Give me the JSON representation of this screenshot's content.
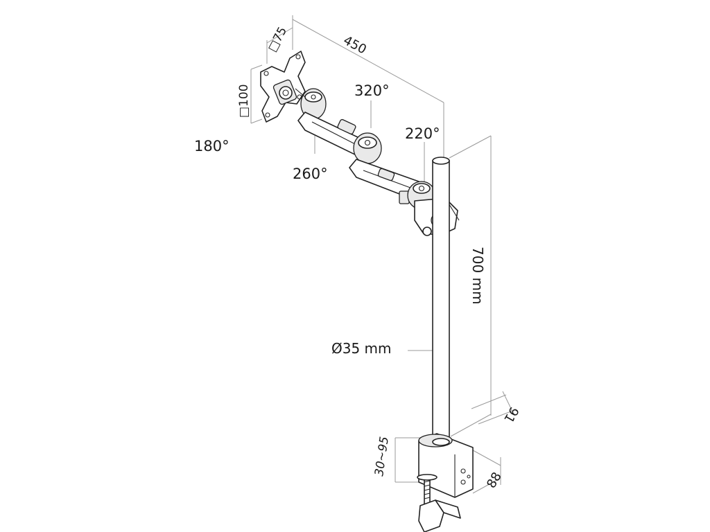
{
  "dimensions": {
    "vesa_small": "□75",
    "vesa_large": "□100",
    "reach": "450",
    "angle_monitor_swivel": "180°",
    "angle_joint_one": "260°",
    "angle_joint_two": "320°",
    "angle_joint_three": "220°",
    "pole_height": "700 mm",
    "pole_diameter": "Ø35 mm",
    "clamp_depth_offset": "91",
    "desk_thickness": "30~95",
    "clamp_width": "88"
  },
  "colors": {
    "outline": "#222222",
    "dimension_line": "#9a9a9a",
    "label": "#1a1a1a"
  }
}
